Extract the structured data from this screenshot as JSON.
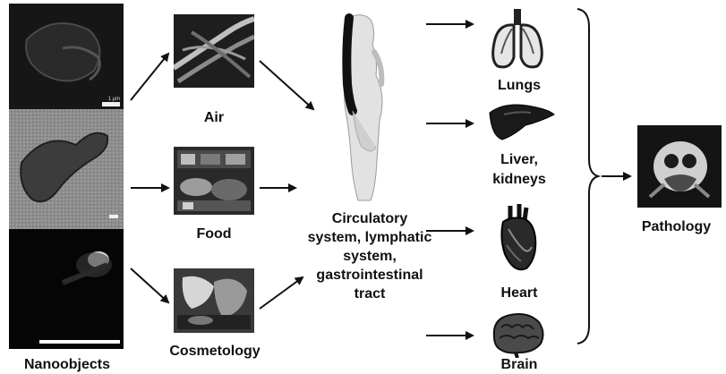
{
  "sources": {
    "label": "Nanoobjects"
  },
  "exposure_routes": [
    {
      "label": "Air"
    },
    {
      "label": "Food"
    },
    {
      "label": "Cosmetology"
    }
  ],
  "body_systems": {
    "lines": [
      "Circulatory",
      "system, lymphatic",
      "system,",
      "gastrointestinal",
      "tract"
    ]
  },
  "organs": [
    {
      "label_lines": [
        "Lungs"
      ]
    },
    {
      "label_lines": [
        "Liver,",
        "kidneys"
      ]
    },
    {
      "label_lines": [
        "Heart"
      ]
    },
    {
      "label_lines": [
        "Brain"
      ]
    }
  ],
  "outcome": {
    "label": "Pathology"
  },
  "micrograph_scale_label": "1 µm"
}
